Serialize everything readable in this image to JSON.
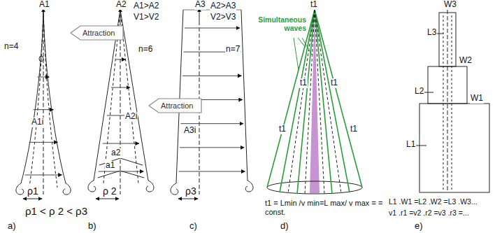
{
  "diagram": {
    "nodes": [
      {
        "text": [
          "Attraction"
        ]
      },
      {
        "text": [
          "Attraction"
        ]
      }
    ],
    "labels": [
      "A1",
      "n=4",
      "A1i",
      "ρ1",
      "a)",
      "A2",
      "A1>A2",
      "V1>V2",
      "n=6",
      "A2i",
      "a2",
      "a1",
      "ρ 2",
      "b)",
      "A3",
      "A2>A3",
      "V2>V3",
      "n=7",
      "A3i",
      "ρ3",
      "c)",
      "ρ1 < ρ 2 < ρ3",
      "t1",
      "Simultaneous waves",
      "t1",
      "t1",
      "t1",
      "t1",
      "t1 = Lmin /v min=L max/ v max = = const.",
      "d)",
      "W3",
      "L3",
      "W2",
      "L2",
      "W1",
      "L1",
      "L1 .W1 =L2 .W2 =L3 .W3...",
      "v1 .r1 =v2 .r2 =v3 .r3 =...",
      "e)"
    ]
  }
}
